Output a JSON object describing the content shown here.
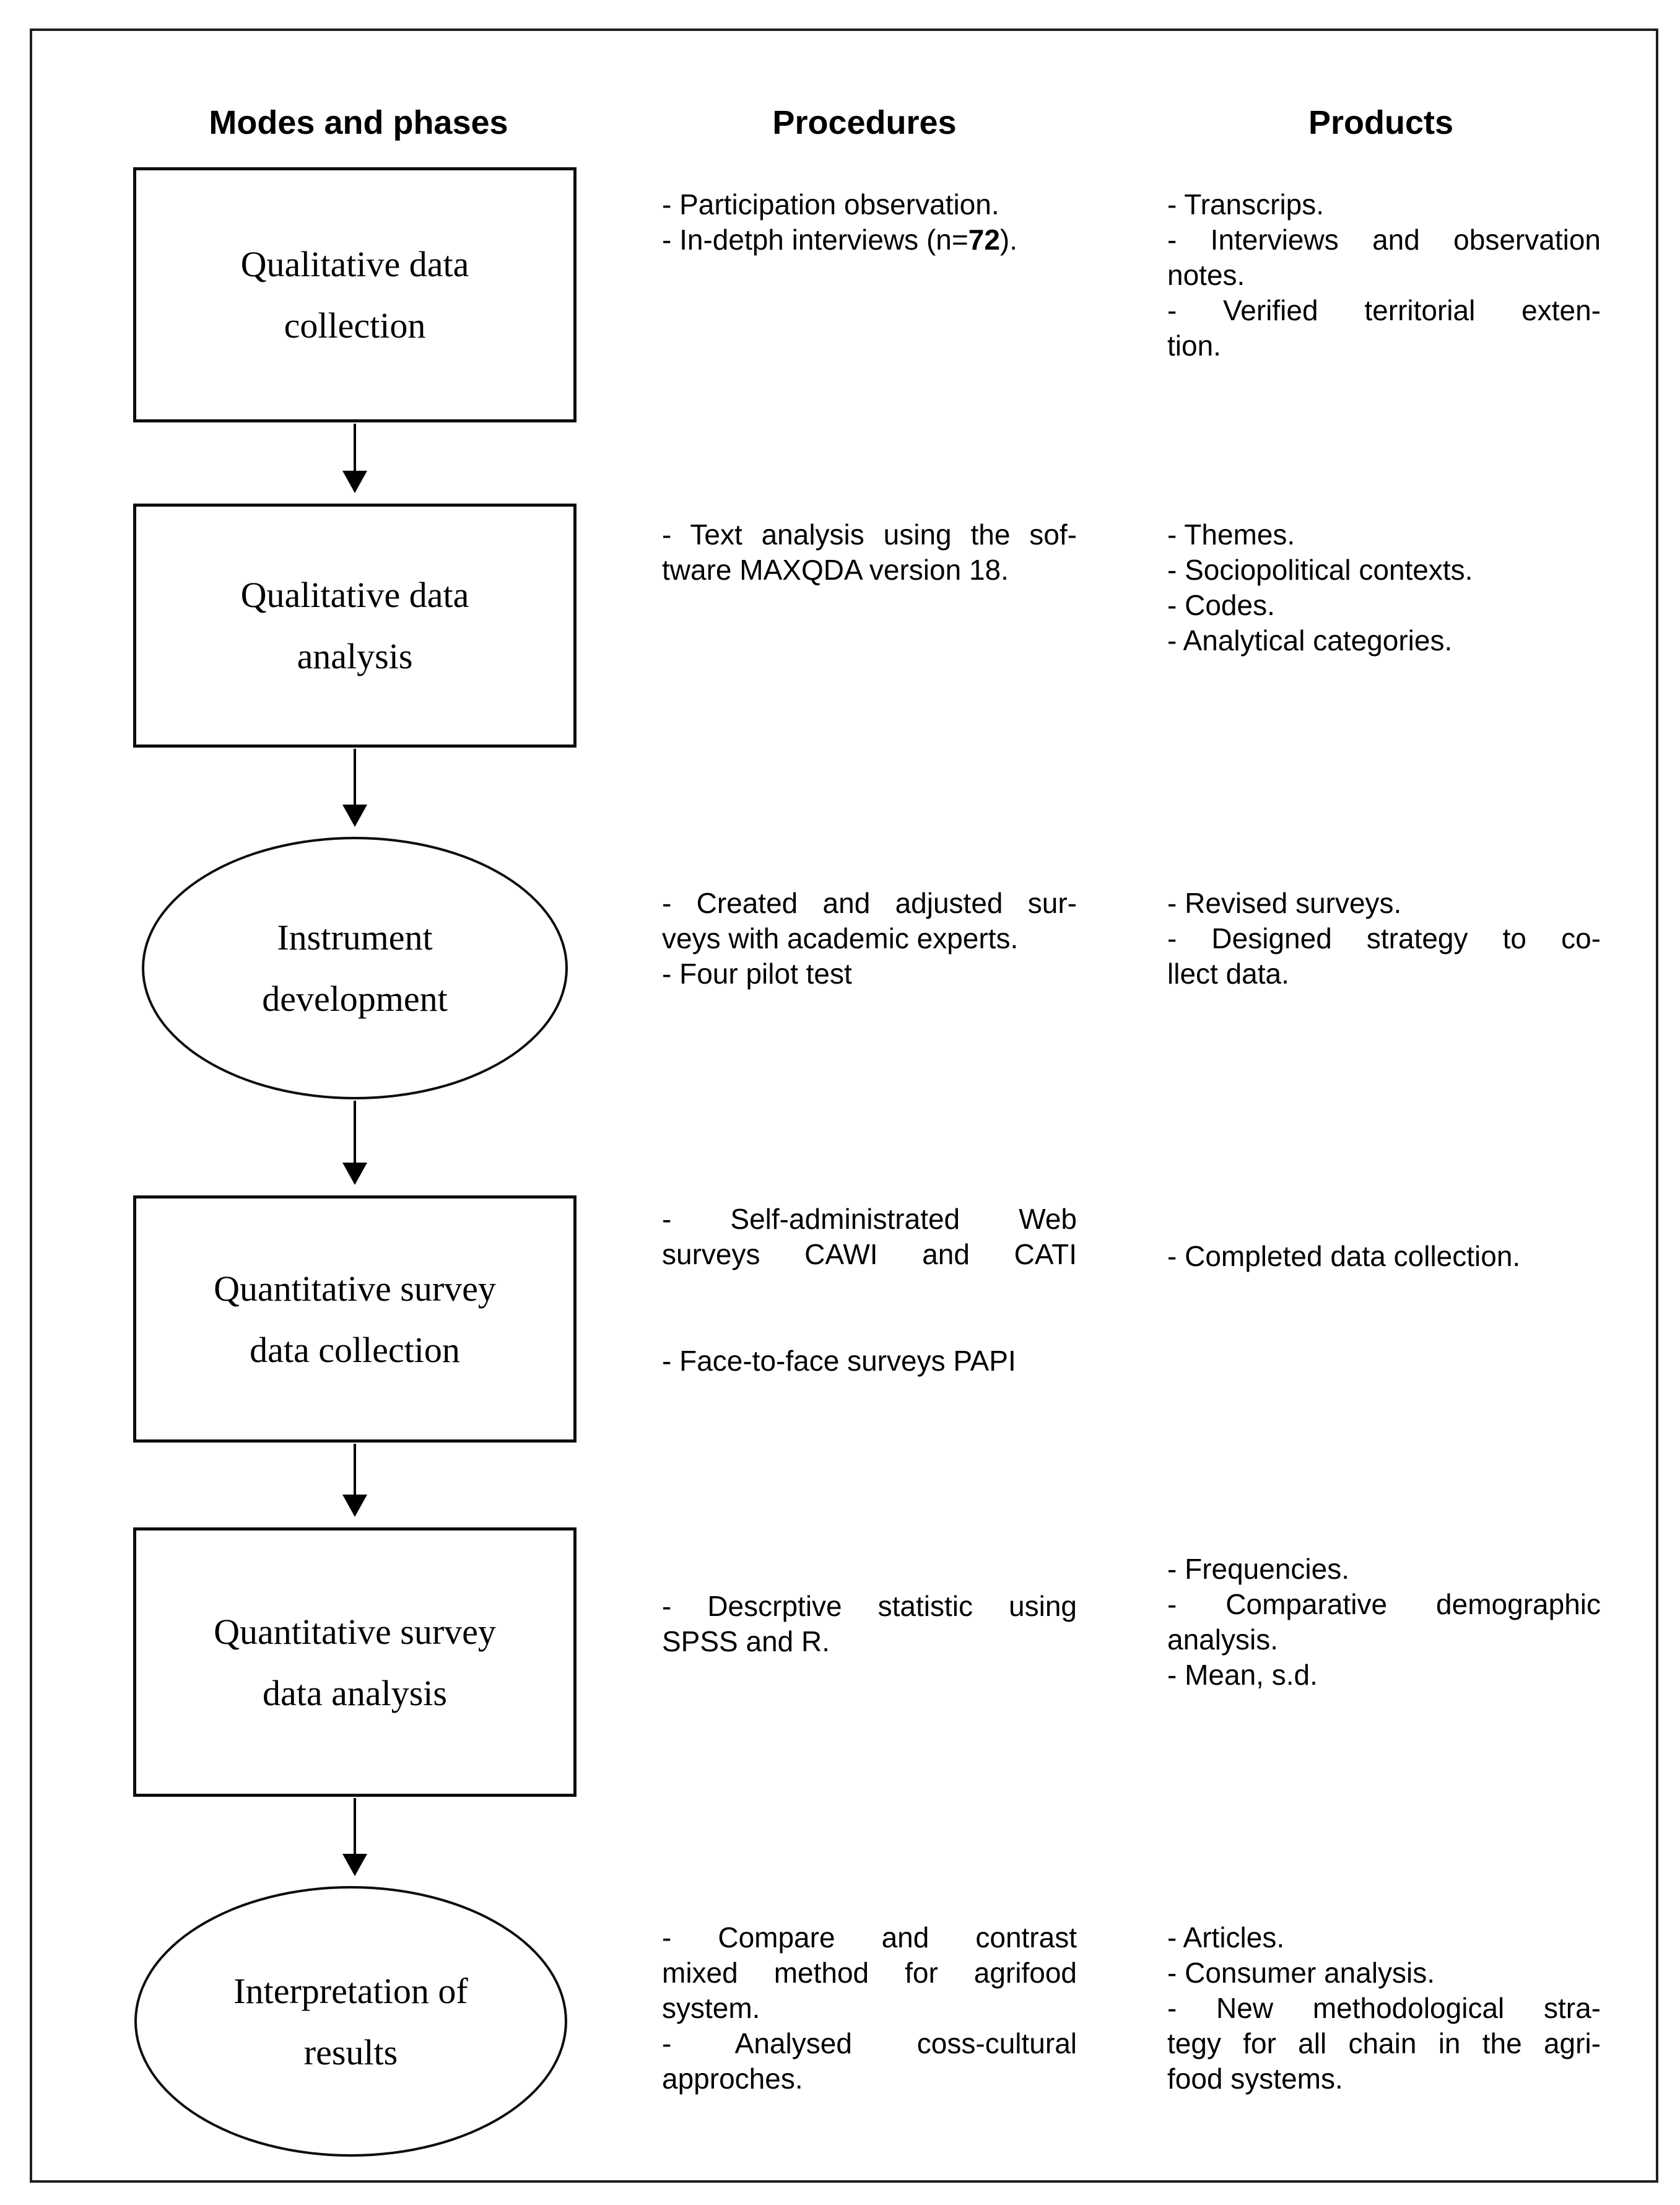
{
  "figure": {
    "colors": {
      "ink": "#000000",
      "frame": "#1f1f1f",
      "background": "#ffffff"
    },
    "headers": {
      "modes": "Modes and phases",
      "procedures": "Procedures",
      "products": "Products"
    },
    "rows": [
      {
        "shape": "rect",
        "mode": [
          "Qualitative data",
          "collection"
        ],
        "procedures": [
          "- Participation observation."
        ],
        "interview": {
          "pre": "- In-detph interviews (n=",
          "n": "72",
          "post": ")."
        },
        "products": [
          "- Transcrips.",
          "- Interviews and observation",
          "notes.",
          "- Verified territorial exten-",
          "tion."
        ]
      },
      {
        "shape": "rect",
        "mode": [
          "Qualitative data",
          "analysis"
        ],
        "procedures": [
          "- Text analysis using the sof-",
          "tware MAXQDA version 18."
        ],
        "products": [
          "- Themes.",
          "- Sociopolitical contexts.",
          "- Codes.",
          "- Analytical categories."
        ]
      },
      {
        "shape": "ellipse",
        "mode": [
          "Instrument",
          "development"
        ],
        "procedures": [
          "- Created and adjusted sur-",
          "veys with academic experts.",
          "- Four pilot test"
        ],
        "products": [
          "- Revised surveys.",
          "- Designed strategy to co-",
          "llect data."
        ]
      },
      {
        "shape": "rect",
        "mode": [
          "Quantitative survey",
          "data collection"
        ],
        "procedures": [
          "- Self-administrated Web",
          "surveys CAWI and CATI",
          "- Face-to-face surveys PAPI"
        ],
        "products": [
          "- Completed data collection."
        ]
      },
      {
        "shape": "rect",
        "mode": [
          "Quantitative survey",
          "data analysis"
        ],
        "procedures": [
          "- Descrptive statistic using",
          "SPSS and R."
        ],
        "products": [
          "- Frequencies.",
          "- Comparative demographic",
          "analysis.",
          "- Mean, s.d."
        ]
      },
      {
        "shape": "ellipse",
        "mode": [
          "Interpretation of",
          "results"
        ],
        "procedures": [
          "- Compare and contrast",
          "mixed method for agrifood",
          "system.",
          "- Analysed coss-cultural",
          "approches."
        ],
        "products": [
          "- Articles.",
          "- Consumer analysis.",
          "- New methodological stra-",
          "tegy for all chain in the agri-",
          "food systems."
        ]
      }
    ]
  }
}
